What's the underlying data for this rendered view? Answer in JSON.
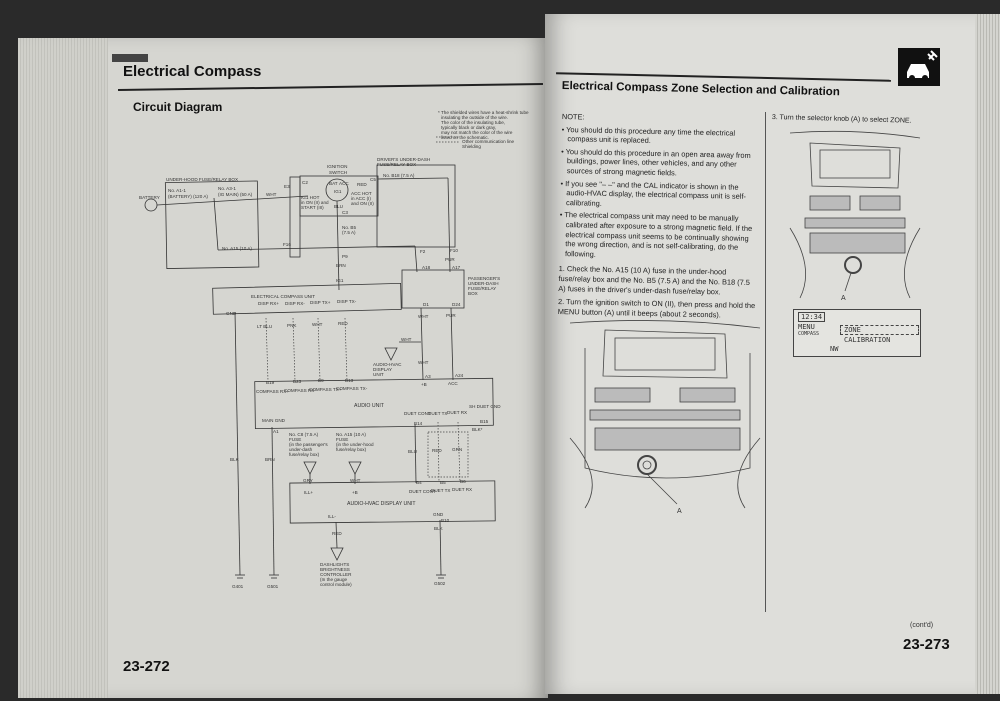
{
  "left_page": {
    "title": "Electrical Compass",
    "section": "Circuit Diagram",
    "page_number": "23-272",
    "legend": [
      "* The shielded wires have a heat-shrink tube",
      "insulating the outside of the wire.",
      "The color of the insulating tube,",
      "typically black or dark gray,",
      "may not match the color of the wire",
      "listed on the schematic.",
      "Other communication line",
      "Shielding"
    ],
    "diagram_labels": [
      "BATTERY",
      "UNDER-HOOD FUSE/RELAY BOX",
      "No. A1-1",
      "(BATTERY) (120 A)",
      "No. A3-1",
      "(IG MAIN) (50 A)",
      "No. A15 (10 A)",
      "WHT",
      "E3",
      "C2",
      "IGNITION",
      "SWITCH",
      "BAT",
      "ACC",
      "IG1",
      "IG1 HOT",
      "in ON (II) and",
      "START (III)",
      "ACC HOT",
      "in ACC (I)",
      "and ON (II)",
      "RED",
      "BLU",
      "C3",
      "C5",
      "DRIVER'S UNDER-DASH",
      "FUSE/RELAY BOX",
      "No. B18 (7.5 A)",
      "No. B5",
      "(7.5 A)",
      "F16",
      "P9",
      "BRN",
      "F2",
      "F10",
      "PUR",
      "A18",
      "A17",
      "PASSENGER'S",
      "UNDER-DASH",
      "FUSE/RELAY",
      "BOX",
      "IG1",
      "ELECTRICAL COMPASS UNIT",
      "GND",
      "DISP RX+",
      "DISP RX-",
      "DISP TX+",
      "DISP TX-",
      "LT BLU",
      "PNK",
      "GRN",
      "D1",
      "D24",
      "AUDIO-HVAC",
      "DISPLAY",
      "UNIT",
      "A3",
      "A24",
      "+B",
      "COMPASS RX+",
      "COMPASS RX-",
      "COMPASS TX+",
      "COMPASS TX-",
      "AUDIO UNIT",
      "MAIN GND",
      "A1",
      "DUET CONT",
      "DUET TX",
      "DUET RX",
      "SH DUET GND",
      "B14",
      "B15",
      "BLK*",
      "BLK",
      "No. C8 (7.5 A)",
      "FUSE",
      "(in the passenger's",
      "under-dash",
      "fuse/relay box)",
      "No. A15 (10 A)",
      "(in the under-hood",
      "GRY",
      "ILL+",
      "AUDIO-HVAC DISPLAY UNIT",
      "ILL-",
      "B10",
      "DASHLIGHTS",
      "BRIGHTNESS",
      "CONTROLLER",
      "(In the gauge",
      "control module)",
      "G401",
      "G501",
      "G502",
      "B23",
      "B9",
      "B13",
      "B19",
      "B4",
      "B5",
      "B6"
    ]
  },
  "right_page": {
    "title": "Electrical Compass Zone Selection and Calibration",
    "note_label": "NOTE:",
    "notes": [
      "You should do this procedure any time the electrical compass unit is replaced.",
      "You should do this procedure in an open area away from buildings, power lines, other vehicles, and any other sources of strong magnetic fields.",
      "If you see \"– –\" and the CAL indicator is shown in the audio-HVAC display, the electrical compass unit is self-calibrating.",
      "The electrical compass unit may need to be manually calibrated after exposure to a strong magnetic field. If the electrical compass unit seems to be continually showing the wrong direction, and is not self-calibrating, do the following."
    ],
    "steps": [
      "1. Check the No. A15 (10 A) fuse in the under-hood fuse/relay box and the No. B5 (7.5 A) and the No. B18 (7.5 A) fuses in the driver's under-dash fuse/relay box.",
      "2. Turn the ignition switch to ON (II), then press and hold the MENU button (A) until it beeps (about 2 seconds).",
      "3. Turn the selector knob (A) to select ZONE."
    ],
    "figure_callout": "A",
    "figure2_callout": "A",
    "display": {
      "clock": "12:34",
      "menu": "MENU",
      "compass": "COMPASS",
      "zone": "ZONE",
      "calibration": "CALIBRATION",
      "direction": "NW"
    },
    "contd": "(cont'd)",
    "page_number": "23-273",
    "section_icon": "car-satellite-icon"
  }
}
